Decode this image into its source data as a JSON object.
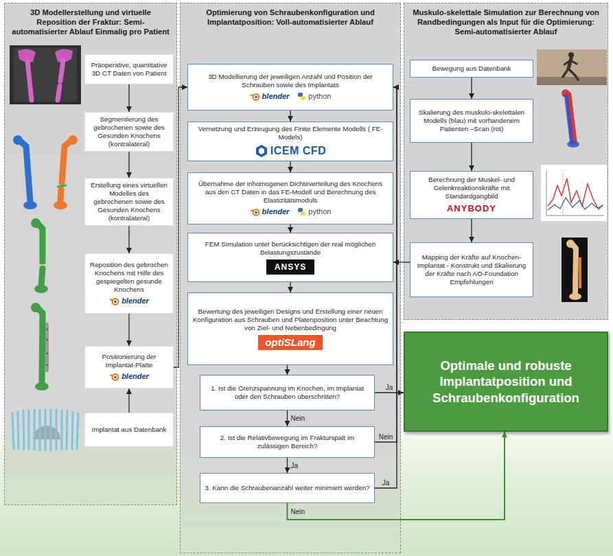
{
  "diagram": {
    "nodes": [
      {
        "text": [
          "3D Modellerstellung und virtuelle Reposition der Fraktur: Semi-automatisierter Ablauf Einmalig pro Patient"
        ]
      },
      {
        "text": [
          "Präoperative, quantitative 3D CT Daten von Patient"
        ],
        "in": 0
      },
      {
        "text": [
          "Segmentierung des gebrochenen sowie des Gesunden Knochens (kontralateral)"
        ],
        "in": 0
      },
      {
        "text": [
          "Erstellung eines virtuellen Modelles des gebrochenen sowie des Gesunden Knochens (kontralateral)"
        ],
        "in": 0
      },
      {
        "text": [
          "Reposition des gebrochen Knochens mit Hilfe des gespiegelten gesunde Knochens",
          "blender"
        ],
        "in": 0
      },
      {
        "text": [
          "Positionierung der Implantat-Platte",
          "blender"
        ],
        "in": 0
      },
      {
        "text": [
          "Implantat aus Datenbank"
        ],
        "in": 0
      },
      {
        "text": [
          "Optimierung von Schraubenkonfiguration und Implantatposition: Voll-automatisierter Ablauf"
        ]
      },
      {
        "text": [
          "3D Modellierung der jeweiligen Anzahl und Position der Schrauben sowie des Implantats",
          "blender",
          "python"
        ],
        "in": 7
      },
      {
        "text": [
          "Vernetzung und Erzeugung des Finite Elemente Modells ( FE-Models)",
          "ICEM CFD"
        ],
        "in": 7
      },
      {
        "text": [
          "Übernahme der inhomogenen Dichteverteilung des Knochens aus den CT Daten in das FE-Modell und Berechnung des Elastizitätsmoduls",
          "blender",
          "python"
        ],
        "in": 7
      },
      {
        "text": [
          "FEM Simulation unter berücksichtigen der real möglichen Belastungszustände",
          "ANSYS"
        ],
        "in": 7
      },
      {
        "text": [
          "Bewertung des jeweiligen Designs und Erstellung einer neuen Konfiguration aus Schrauben und Platenposition unter Beachtung von Ziel- und Nebenbedingung",
          "optiSLang"
        ],
        "in": 7
      },
      {
        "text": [
          "1. Ist die Grenzspannung im Knochen, im Implantat oder den Schrauben überschritten?"
        ],
        "in": 7
      },
      {
        "text": [
          "2. Ist die Relativbewegung im Frakturspalt im zulässigen Bereich?"
        ],
        "in": 7
      },
      {
        "text": [
          "3. Kann die Schraubenanzahl weiter minimiert werden?"
        ],
        "in": 7
      },
      {
        "text": [
          "Muskulo-skelettale Simulation zur Berechnung von Randbedingungen als Input für die Optimierung: Semi-automatisierter Ablauf"
        ]
      },
      {
        "text": [
          "Bewegung aus Datenbank"
        ],
        "in": 16
      },
      {
        "text": [
          "Skalierung des muskulo-skelettalen Modells (blau) mit vorhandenem Patienten –Scan (rot)"
        ],
        "in": 16
      },
      {
        "text": [
          "Berechnung der Muskel- und Gelenkreaktionskräfte mit Standardgangbild",
          "ANYBODY"
        ],
        "in": 16
      },
      {
        "text": [
          "Mapping der Kräfte auf Knochen-Implantat - Konstrukt und Skalierung der Kräfte nach AO-Foundation Empfehlungen"
        ],
        "in": 16
      },
      {
        "text": [
          "Optimale und robuste Implantatposition und Schraubenkonfiguration"
        ]
      }
    ],
    "edges": [
      {
        "from": 1,
        "to": 2,
        "arrow": "to"
      },
      {
        "from": 2,
        "to": 3,
        "arrow": "to"
      },
      {
        "from": 3,
        "to": 4,
        "arrow": "to"
      },
      {
        "from": 4,
        "to": 5,
        "arrow": "to"
      },
      {
        "from": 6,
        "to": 5,
        "arrow": "to"
      },
      {
        "from": 5,
        "to": 8,
        "arrow": "to"
      },
      {
        "from": 8,
        "to": 9,
        "arrow": "to"
      },
      {
        "from": 9,
        "to": 10,
        "arrow": "to"
      },
      {
        "from": 10,
        "to": 11,
        "arrow": "to"
      },
      {
        "from": 11,
        "to": 12,
        "arrow": "to"
      },
      {
        "from": 12,
        "to": 13,
        "arrow": "to"
      },
      {
        "from": 13,
        "to": 21,
        "label": "Ja",
        "arrow": "to"
      },
      {
        "from": 13,
        "to": 14,
        "label": "Nein",
        "arrow": "to"
      },
      {
        "from": 14,
        "to": 8,
        "label": "Nein",
        "arrow": "to"
      },
      {
        "from": 14,
        "to": 15,
        "label": "Ja",
        "arrow": "to"
      },
      {
        "from": 15,
        "to": 8,
        "label": "Ja",
        "arrow": "to"
      },
      {
        "from": 15,
        "to": 21,
        "label": "Nein",
        "arrow": "to"
      },
      {
        "from": 17,
        "to": 18,
        "arrow": "to"
      },
      {
        "from": 18,
        "to": 19,
        "arrow": "to"
      },
      {
        "from": 19,
        "to": 20,
        "arrow": "to"
      },
      {
        "from": 20,
        "to": 11,
        "arrow": "to"
      }
    ]
  }
}
